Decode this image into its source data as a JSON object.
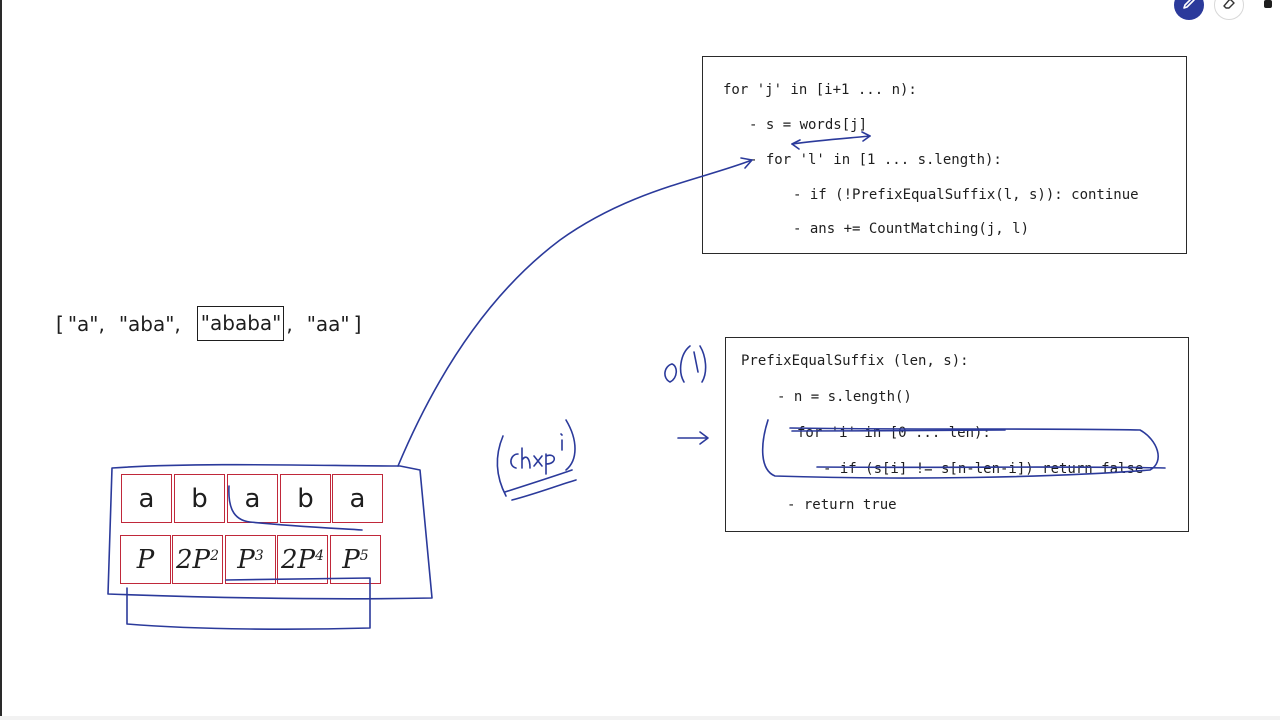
{
  "toolbar": {
    "tools": [
      {
        "name": "pen-icon",
        "active": true
      },
      {
        "name": "eraser-icon",
        "active": false
      },
      {
        "name": "more-icon",
        "active": false
      }
    ],
    "ink_color": "#2b3a9b"
  },
  "words_array": {
    "open": "[",
    "items": [
      "\"a\",",
      "\"aba\",",
      "\"ababa\"",
      ",",
      "\"aa\""
    ],
    "close": "]"
  },
  "grid": {
    "top_row": [
      "a",
      "b",
      "a",
      "b",
      "a"
    ],
    "bottom_row": [
      {
        "base": "P",
        "exp": ""
      },
      {
        "base": "2P",
        "exp": "2"
      },
      {
        "base": "P",
        "exp": "3"
      },
      {
        "base": "2P",
        "exp": "4"
      },
      {
        "base": "P",
        "exp": "5"
      }
    ],
    "cell_border_color": "#c0283a"
  },
  "code_box_1": {
    "lines": [
      "for 'j' in [i+1 ... n):",
      "- s = words[j]",
      "- for 'l' in [1 ... s.length):",
      "- if (!PrefixEqualSuffix(l, s)): continue",
      "- ans += CountMatching(j, l)"
    ]
  },
  "code_box_2": {
    "lines": [
      "PrefixEqualSuffix (len, s):",
      "- n = s.length()",
      "for 'i' in [0 ... len):",
      "- if (s[i] != s[n-len-i]) return false",
      "- return true"
    ]
  },
  "annotations": {
    "complexity": "O(1)",
    "hash_formula": "ch×P",
    "hash_exp": "i"
  }
}
